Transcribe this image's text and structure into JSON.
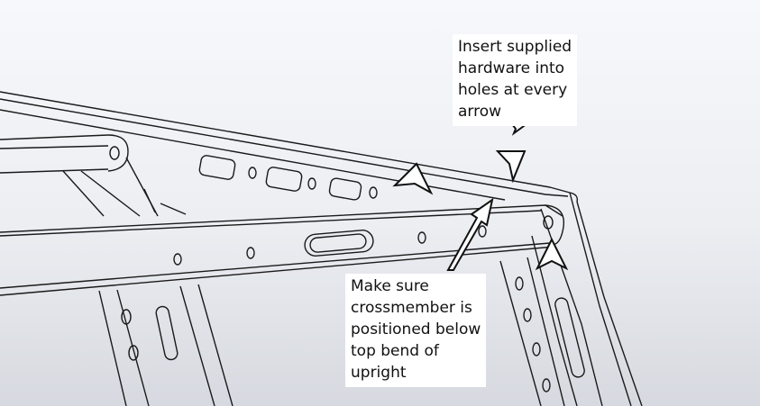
{
  "callouts": {
    "hardware": {
      "lines": [
        "Insert supplied",
        "hardware into",
        "holes at every",
        "arrow"
      ]
    },
    "crossmember": {
      "lines": [
        "Make sure",
        "crossmember is",
        "positioned below",
        "top bend of",
        "upright"
      ]
    }
  },
  "icons": {
    "hardware_arrows": "hollow-arrowhead-icon",
    "pointer": "long-arrow-icon"
  },
  "colors": {
    "background_top": "#f7f8fb",
    "background_bottom": "#d6d9df",
    "line": "#1a1a1a",
    "callout_background": "#ffffff",
    "text": "#111111"
  }
}
